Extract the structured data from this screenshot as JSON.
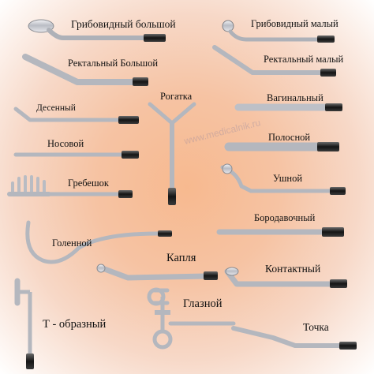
{
  "watermark": "www.medicalnik.ru",
  "labels": {
    "gribovidny_bolshoy": "Грибовидный большой",
    "gribovidny_maly": "Грибовидный малый",
    "rektalny_bolshoy": "Ректальный Большой",
    "rektalny_maly": "Ректальный малый",
    "rogatka": "Рогатка",
    "vaginalny": "Вагинальный",
    "desenny": "Десенный",
    "nosovoy": "Носовой",
    "polosnoy": "Полосной",
    "grebeshok": "Гребешок",
    "ushnoy": "Ушной",
    "borodavochny": "Бородавочный",
    "golenny": "Голенной",
    "kaplya": "Капля",
    "kontaktny": "Контактный",
    "t_obrazny": "Т - образный",
    "glazhoy": "Глазной",
    "tochka": "Точка"
  }
}
